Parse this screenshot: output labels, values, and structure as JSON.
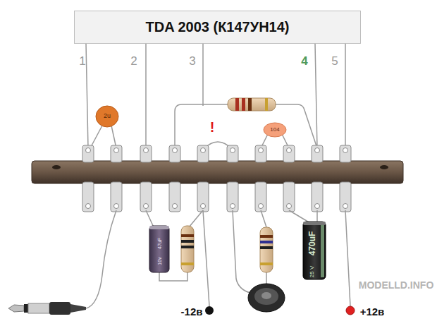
{
  "diagram": {
    "nodes": [
      {
        "text": [
          "TDA 2003 (К147УН14)"
        ]
      }
    ],
    "labels": [
      "1",
      "2",
      "3",
      "4",
      "5",
      "!",
      "2u",
      "104",
      "10v",
      "47uF",
      "470uF",
      "25 V",
      "-12в",
      "+12в",
      "MODELLD.INFO"
    ]
  }
}
